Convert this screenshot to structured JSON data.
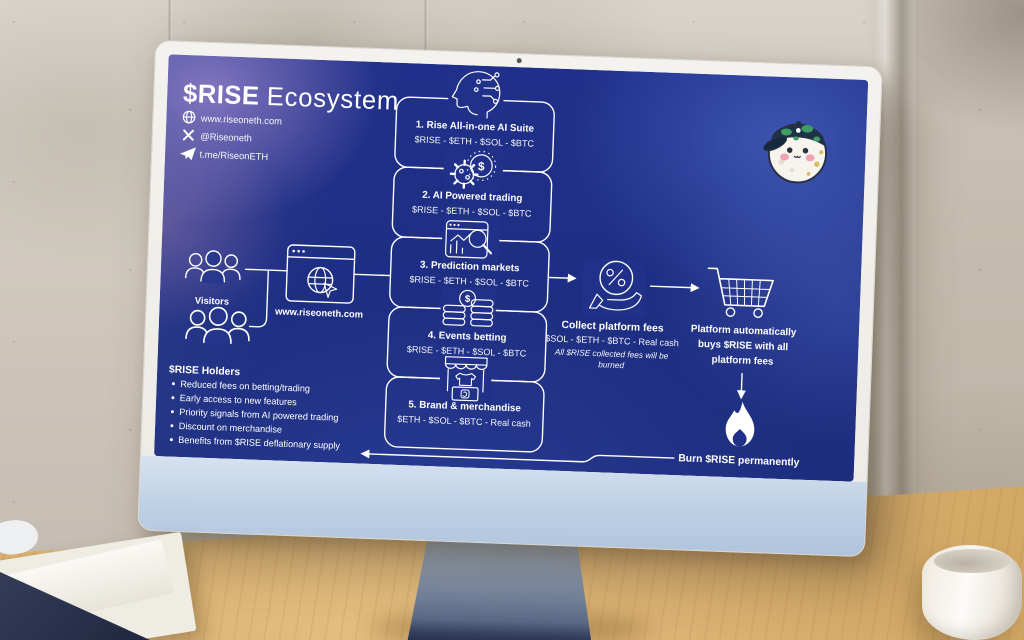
{
  "scene": {
    "device": "desktop-monitor",
    "colors": {
      "screen_bg": "#20308a",
      "diagram_line": "#ffffff",
      "bezel": "#f1efeb",
      "chin": "#bccfe4",
      "stand": "#6d7d99",
      "desk_wood": "#ddb277",
      "wall_concrete": "#cfc8bd",
      "glow_purple": "#b58fd9",
      "glow_blue": "#6f96ff",
      "mascot_cap": "#1c3347",
      "mascot_land": "#3f9e63",
      "mascot_cheek": "#f2a0b5"
    }
  },
  "header": {
    "title_token": "$RISE",
    "title_rest": "Ecosystem",
    "links": [
      {
        "icon": "globe-icon",
        "label": "www.riseoneth.com"
      },
      {
        "icon": "x-icon",
        "label": "@Riseoneth"
      },
      {
        "icon": "telegram-icon",
        "label": "t.me/RiseonETH"
      }
    ]
  },
  "mascot": {
    "icon": "moon-mascot-icon"
  },
  "flow": {
    "visitors": {
      "icon": "people-icon",
      "label": "Visitors"
    },
    "website": {
      "icon": "browser-globe-icon",
      "label": "www.riseoneth.com"
    },
    "holders": {
      "icon": "people-icon",
      "title": "$RISE Holders",
      "benefits": [
        "Reduced fees on betting/trading",
        "Early access to new features",
        "Priority signals from AI powered trading",
        "Discount on merchandise",
        "Benefits from $RISE deflationary supply"
      ]
    },
    "products": [
      {
        "icon": "ai-head-icon",
        "title": "1. Rise All-in-one AI Suite",
        "currencies": "$RISE - $ETH - $SOL - $BTC"
      },
      {
        "icon": "gears-dollar-icon",
        "title": "2. AI Powered trading",
        "currencies": "$RISE - $ETH - $SOL - $BTC"
      },
      {
        "icon": "chart-search-icon",
        "title": "3. Prediction markets",
        "currencies": "$RISE - $ETH - $SOL - $BTC"
      },
      {
        "icon": "coins-icon",
        "title": "4. Events betting",
        "currencies": "$RISE - $ETH - $SOL - $BTC"
      },
      {
        "icon": "market-stall-icon",
        "title": "5. Brand & merchandise",
        "currencies": "$ETH - $SOL - $BTC - Real cash"
      }
    ],
    "fees": {
      "icon": "percent-hand-icon",
      "title": "Collect platform fees",
      "currencies": "$SOL - $ETH - $BTC - Real cash",
      "note_line1": "All $RISE collected fees will be",
      "note_line2": "burned"
    },
    "buyback": {
      "icon": "cart-icon",
      "line1": "Platform automatically",
      "line2": "buys $RISE with all",
      "line3": "platform fees"
    },
    "burn": {
      "icon": "flame-icon",
      "label": "Burn $RISE permanently"
    }
  }
}
